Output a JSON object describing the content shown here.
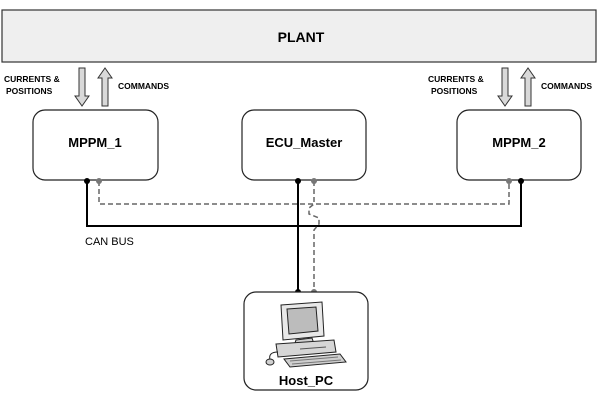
{
  "plant": {
    "label": "PLANT",
    "fill": "#efefef"
  },
  "modules": {
    "mppm1": {
      "label": "MPPM_1"
    },
    "ecu": {
      "label": "ECU_Master"
    },
    "mppm2": {
      "label": "MPPM_2"
    },
    "host": {
      "label": "Host_PC"
    }
  },
  "signals": {
    "left": {
      "up_line1": "CURRENTS &",
      "up_line2": "POSITIONS",
      "down": "COMMANDS"
    },
    "right": {
      "up_line1": "CURRENTS &",
      "up_line2": "POSITIONS",
      "down": "COMMANDS"
    }
  },
  "bus": {
    "label": "CAN BUS"
  },
  "colors": {
    "solid_line": "#000000",
    "dashed_line": "#666666",
    "arrow_fill": "#d9d9d9"
  }
}
